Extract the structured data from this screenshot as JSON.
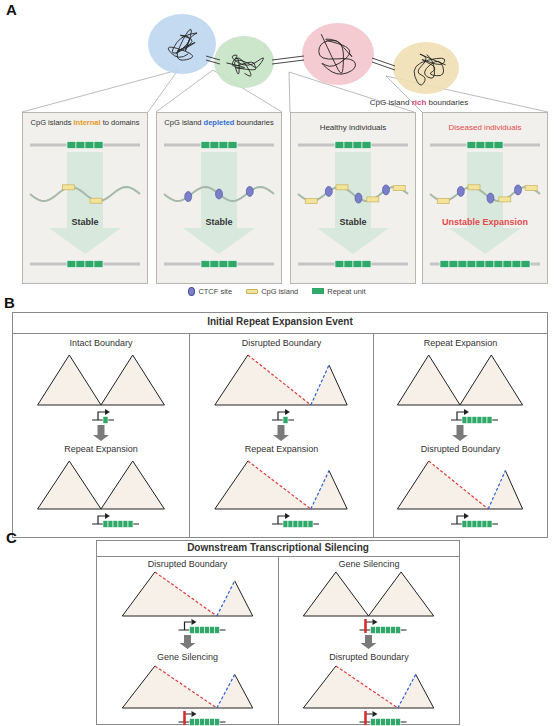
{
  "diagram": {
    "nodes": [
      {
        "text": [
          "CpG islands internal to domains",
          "Stable"
        ]
      },
      {
        "text": [
          "CpG island depleted boundaries",
          "Stable"
        ]
      },
      {
        "text": [
          "Healthy individuals",
          "Stable"
        ]
      },
      {
        "text": [
          "Diseased individuals",
          "Unstable Expansion"
        ]
      },
      {
        "text": [
          "Initial Repeat Expansion Event"
        ]
      },
      {
        "text": [
          "Intact Boundary",
          "Repeat Expansion"
        ],
        "in": 4
      },
      {
        "text": [
          "Disrupted Boundary",
          "Repeat Expansion"
        ],
        "in": 4
      },
      {
        "text": [
          "Repeat Expansion",
          "Disrupted Boundary"
        ],
        "in": 4
      },
      {
        "text": [
          "Downstream Transcriptional Silencing"
        ]
      },
      {
        "text": [
          "Disrupted Boundary",
          "Gene Silencing"
        ],
        "in": 8
      },
      {
        "text": [
          "Gene Silencing",
          "Disrupted Boundary"
        ],
        "in": 8
      }
    ],
    "labels": [
      "A",
      "CpG island rich boundaries",
      "B",
      "C"
    ],
    "legend": [
      {
        "text": "CTCF site",
        "color": "#7b7fc9"
      },
      {
        "text": "CpG island",
        "color": "#f3e39b"
      },
      {
        "text": "Repeat unit",
        "color": "#2fa86a"
      }
    ]
  }
}
